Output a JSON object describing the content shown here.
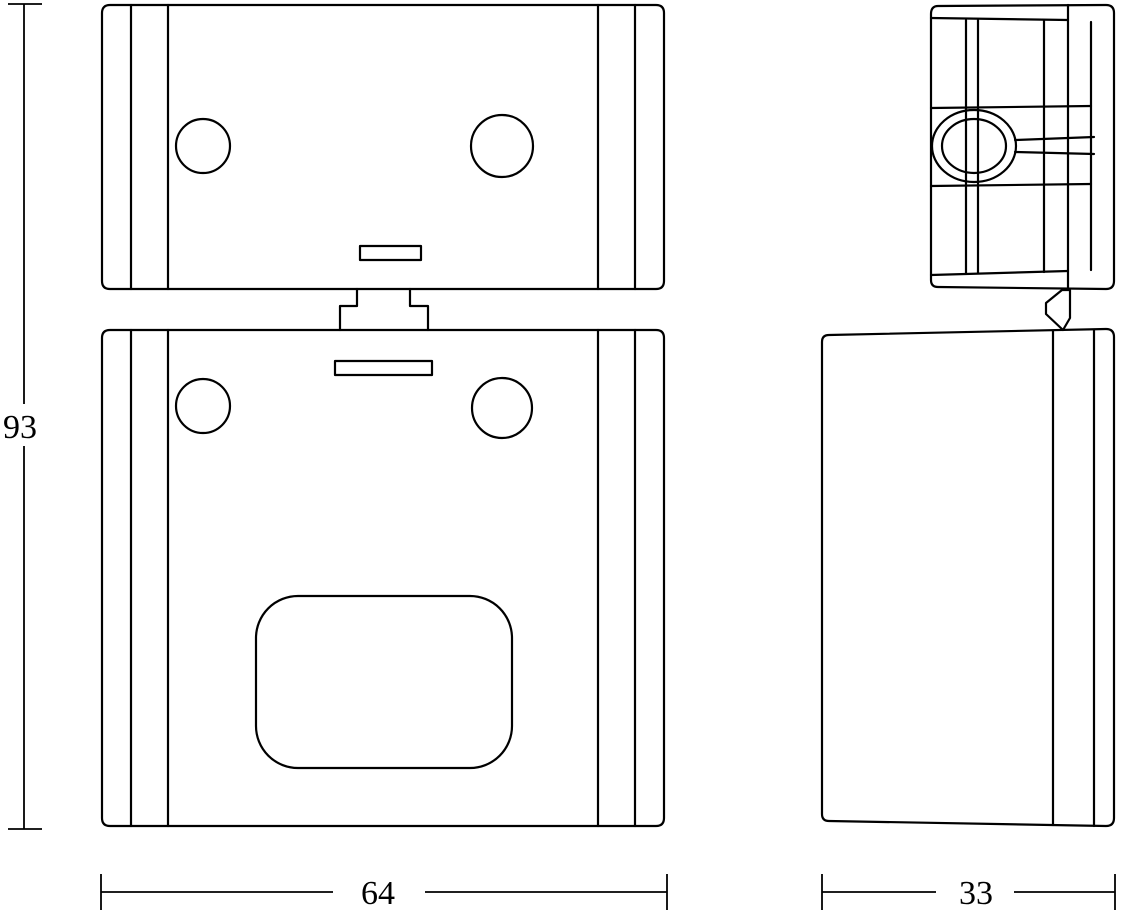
{
  "dimensions": {
    "height": "93",
    "front_width": "64",
    "side_depth": "33"
  }
}
